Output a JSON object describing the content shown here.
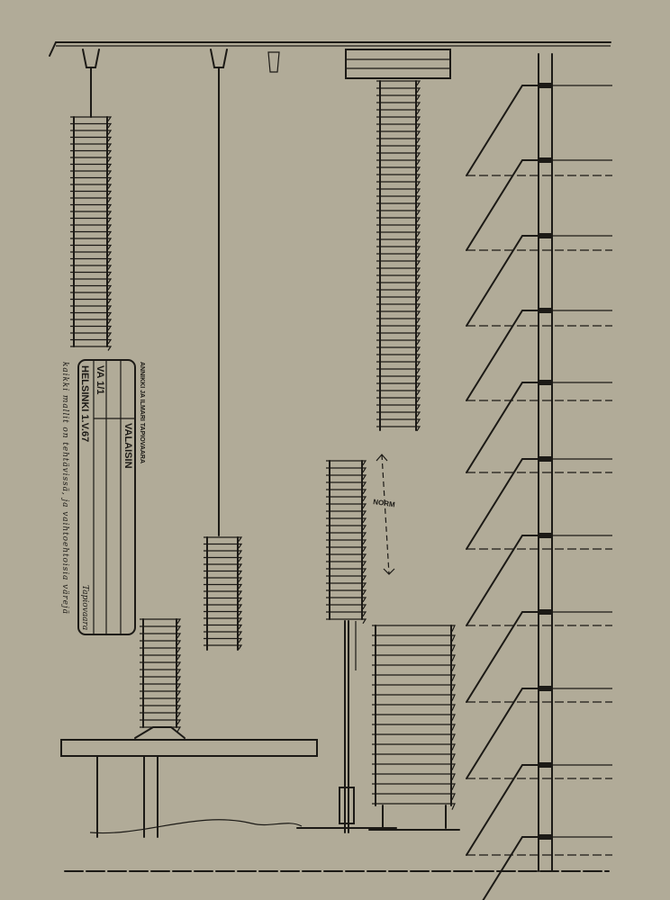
{
  "title_block": {
    "designers": "ANNIKKI JA ILMARI TAPIOVAARA",
    "item": "VALAISIN",
    "sheet": "VA 1/1",
    "place_date": "HELSINKI 1.V.67",
    "handwritten_note": "kaikki mallit on tehtävissä, ja vaihtoehtoisia värejä",
    "signature": "Tapiovaara"
  },
  "dimension_label": "NORM",
  "colors": {
    "paper": "#b1ab98",
    "ink": "#1c1a16"
  }
}
